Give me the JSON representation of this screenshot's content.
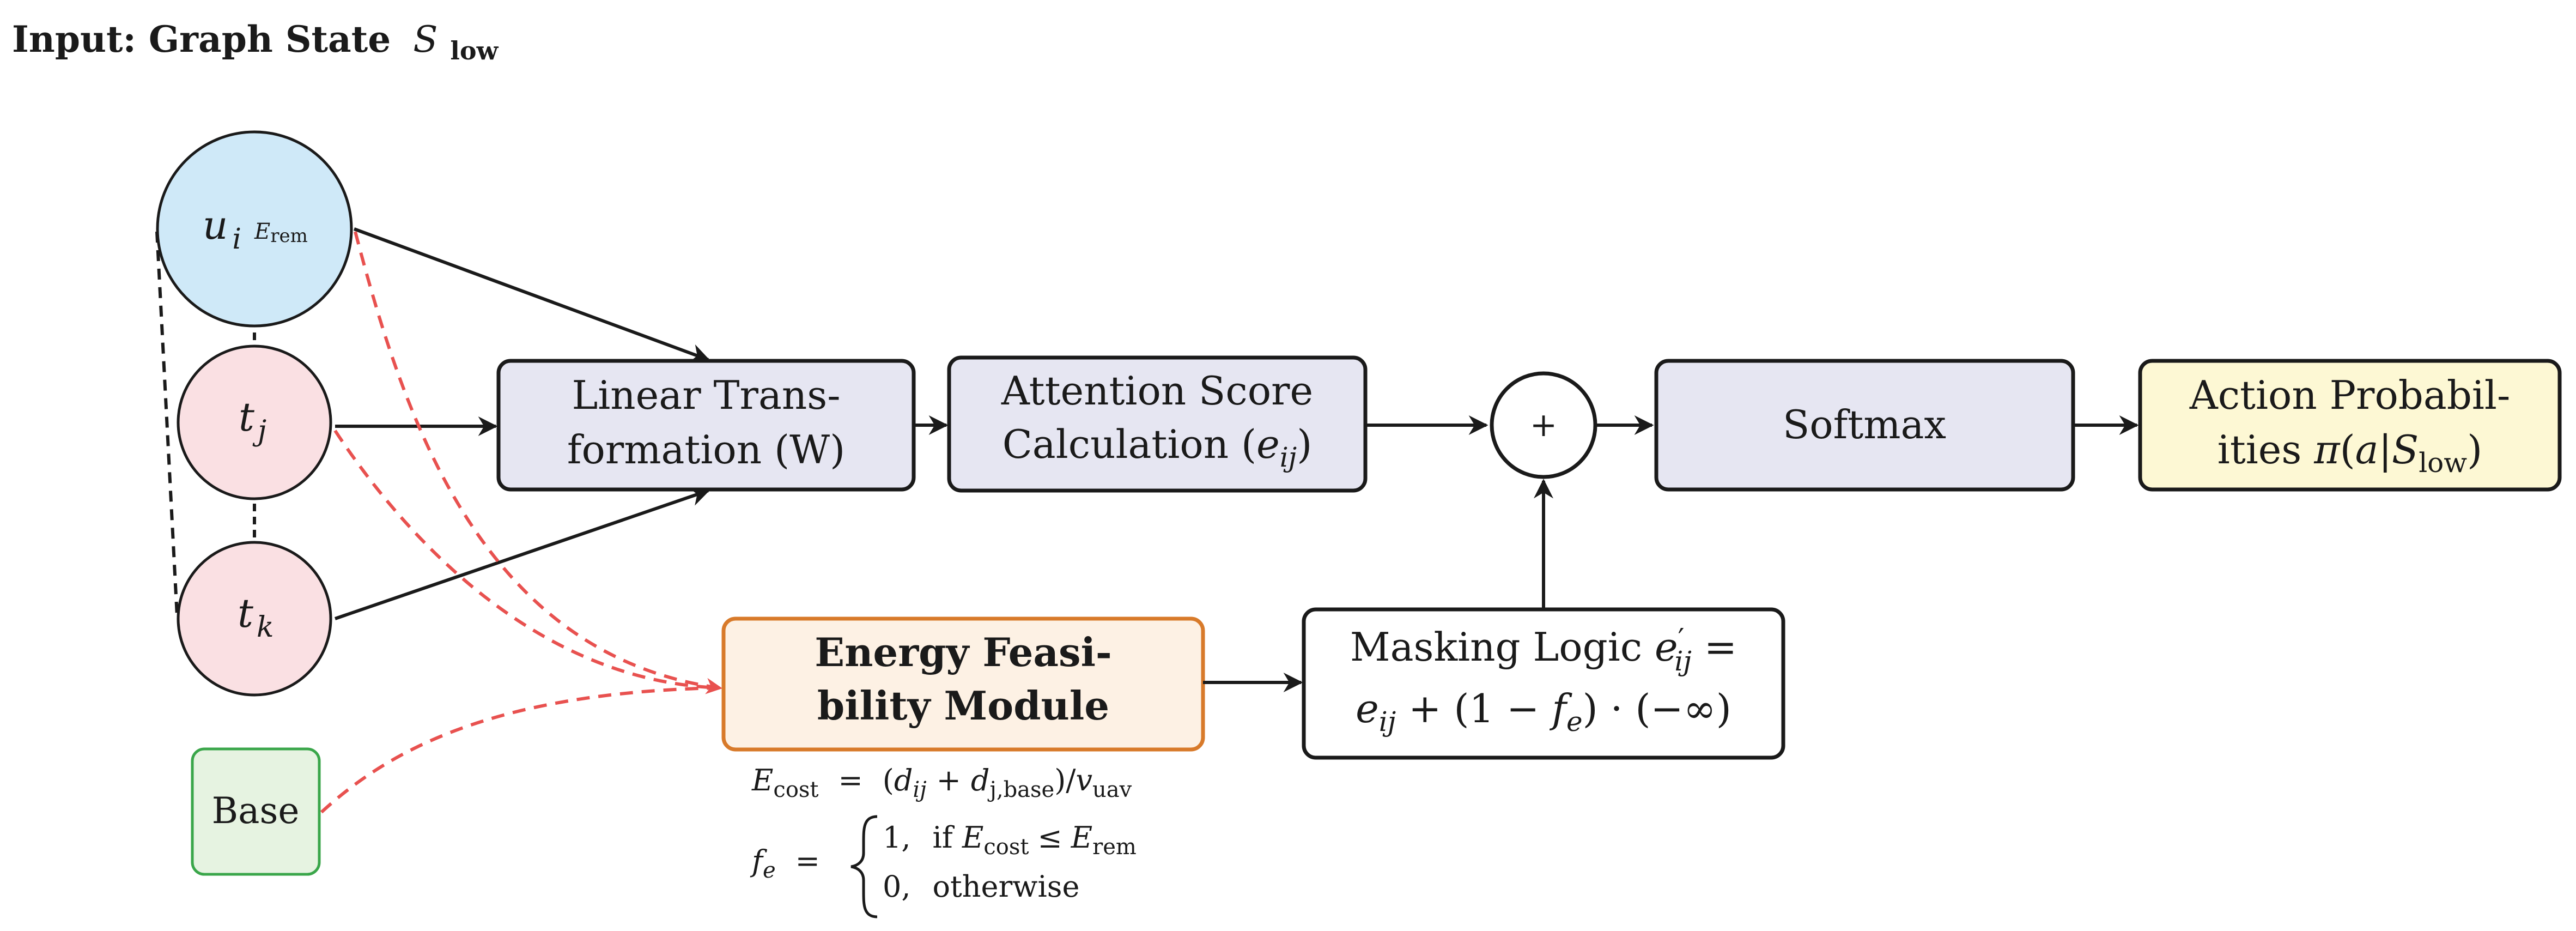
{
  "header": {
    "title_prefix": "Input: Graph State",
    "title_symbol": "S",
    "title_subscript": "low"
  },
  "nodes": {
    "u": {
      "symbol": "u",
      "subscript": "i",
      "annotation": "E",
      "annotation_sub": "rem",
      "fill": "#cfe9f8"
    },
    "tj": {
      "symbol": "t",
      "subscript": "j",
      "fill": "#fae0e3"
    },
    "tk": {
      "symbol": "t",
      "subscript": "k",
      "fill": "#fae0e3"
    },
    "base": {
      "label": "Base",
      "fill": "#e6f3e1",
      "stroke": "#3aa64a"
    }
  },
  "boxes": {
    "linear": {
      "line1": "Linear Trans-",
      "line2": "formation (W)",
      "fill": "#e6e6f2"
    },
    "attention": {
      "line1": "Attention Score",
      "line2_prefix": "Calculation (",
      "line2_sym": "e",
      "line2_sub": "ij",
      "line2_suffix": ")",
      "fill": "#e6e6f2"
    },
    "plus": {
      "label": "+"
    },
    "softmax": {
      "label": "Softmax",
      "fill": "#e6e6f2"
    },
    "output": {
      "line1": "Action Probabil-",
      "line2_prefix": "ities ",
      "line2_pi": "π",
      "line2_arg_open": "(",
      "line2_a": "a",
      "line2_bar": "|",
      "line2_S": "S",
      "line2_S_sub": "low",
      "line2_close": ")",
      "fill": "#fdf8d4"
    },
    "energy": {
      "line1": "Energy Feasi-",
      "line2": "bility Module",
      "fill": "#fdf1e4",
      "stroke": "#d87a2a"
    },
    "masking": {
      "line1_prefix": "Masking Logic ",
      "line1_sym": "e",
      "line1_sup": "′",
      "line1_sub": "ij",
      "line1_eq": " =",
      "line2_sym": "e",
      "line2_sub": "ij",
      "line2_rest": " + (1 − ",
      "line2_f": "f",
      "line2_fsub": "e",
      "line2_tail": ") · (−∞)"
    }
  },
  "formulas": {
    "ecost": {
      "lhs": "E",
      "lhs_sub": "cost",
      "eq": "=",
      "open": "(",
      "d1": "d",
      "d1_sub": "ij",
      "plus": "+",
      "d2": "d",
      "d2_sub": "j,base",
      "close": ")/",
      "v": "v",
      "v_sub": "uav"
    },
    "fe": {
      "lhs": "f",
      "lhs_sub": "e",
      "eq": "=",
      "case1_val": "1,",
      "case1_cond_prefix": "if ",
      "case1_E": "E",
      "case1_E_sub": "cost",
      "case1_leq": "≤",
      "case1_E2": "E",
      "case1_E2_sub": "rem",
      "case2_val": "0,",
      "case2_cond": "otherwise"
    }
  },
  "colors": {
    "edge": "#1a1a1a",
    "dashed_red": "#e8514f",
    "dashed_black": "#1a1a1a"
  }
}
